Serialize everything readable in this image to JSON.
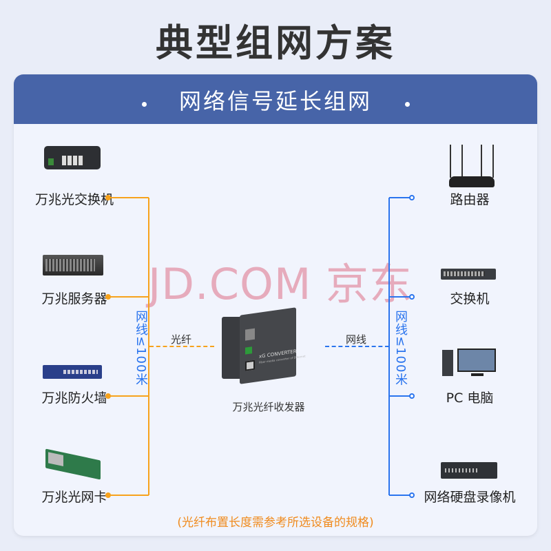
{
  "title": "典型组网方案",
  "section_title": "网络信号延长组网",
  "watermark": "JD.COM 京东",
  "left_devices": [
    {
      "label": "万兆光交换机",
      "icon": "industrial-switch-icon"
    },
    {
      "label": "万兆服务器",
      "icon": "rack-server-icon"
    },
    {
      "label": "万兆防火墙",
      "icon": "firewall-icon"
    },
    {
      "label": "万兆光网卡",
      "icon": "network-card-icon"
    }
  ],
  "right_devices": [
    {
      "label": "路由器",
      "icon": "router-icon"
    },
    {
      "label": "交换机",
      "icon": "switch-icon"
    },
    {
      "label": "PC 电脑",
      "icon": "pc-icon"
    },
    {
      "label": "网络硬盘录像机",
      "icon": "nvr-icon"
    }
  ],
  "left_distance": "网线≤100米",
  "right_distance": "网线≤100米",
  "fiber_label": "光纤",
  "cable_label": "网线",
  "center_device": {
    "label": "万兆光纤收发器",
    "model_text": "xG CONVERTER",
    "sub_text": "Fiber media converter of Ethernet"
  },
  "footnote": "(光纤布置长度需参考所选设备的规格)",
  "colors": {
    "band": "#4764a8",
    "fiber": "#f7a21b",
    "cable": "#2a74ee",
    "footnote": "#f08a1c"
  }
}
